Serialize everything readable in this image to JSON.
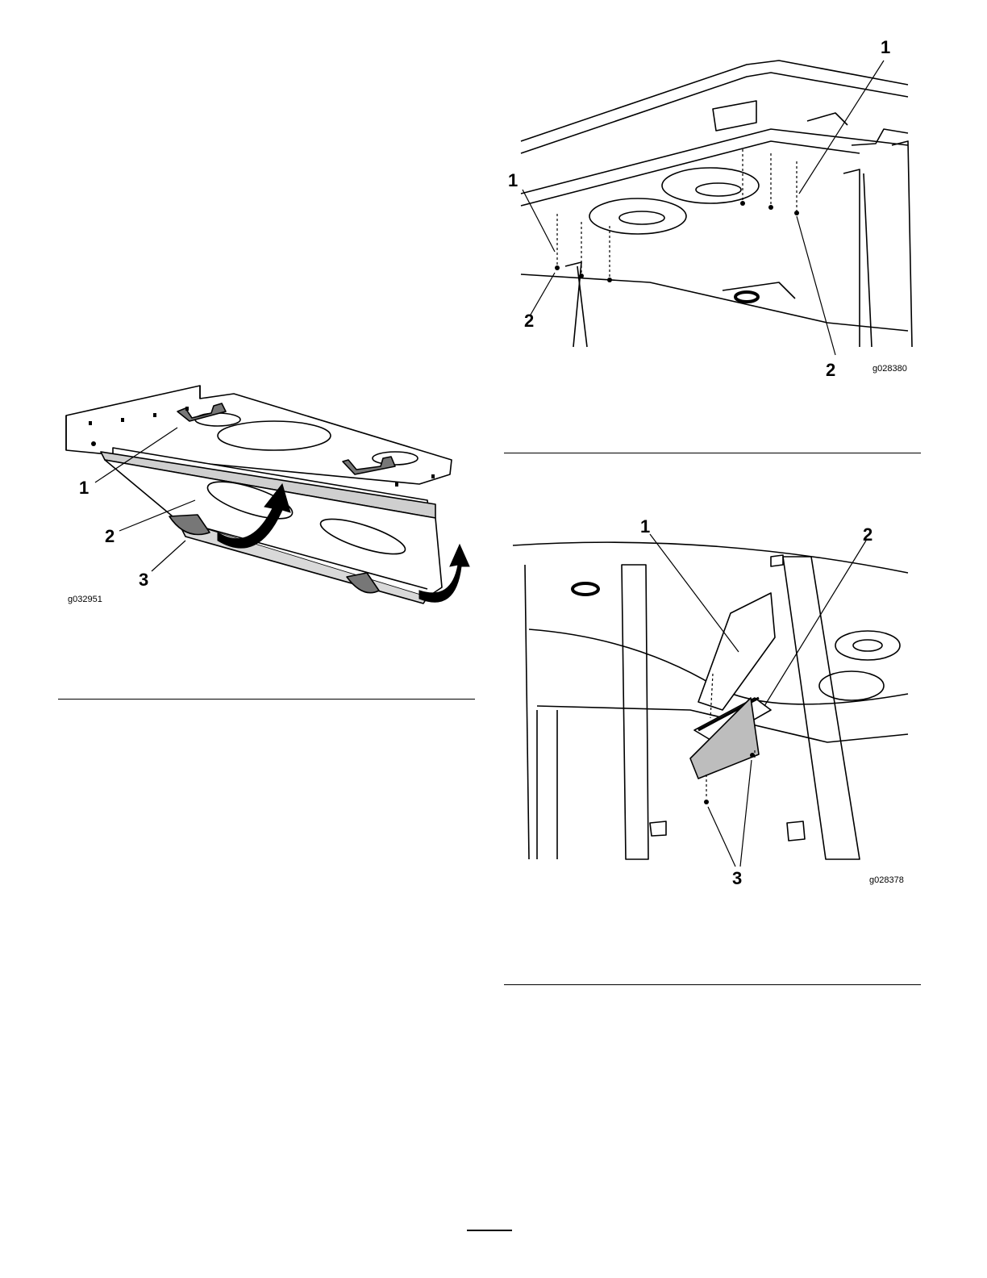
{
  "figures": [
    {
      "id": "g032951",
      "callouts": [
        "1",
        "2",
        "3"
      ]
    },
    {
      "id": "g028380",
      "callouts": [
        "1",
        "1",
        "2",
        "2"
      ]
    },
    {
      "id": "g028378",
      "callouts": [
        "1",
        "2",
        "3"
      ]
    }
  ]
}
